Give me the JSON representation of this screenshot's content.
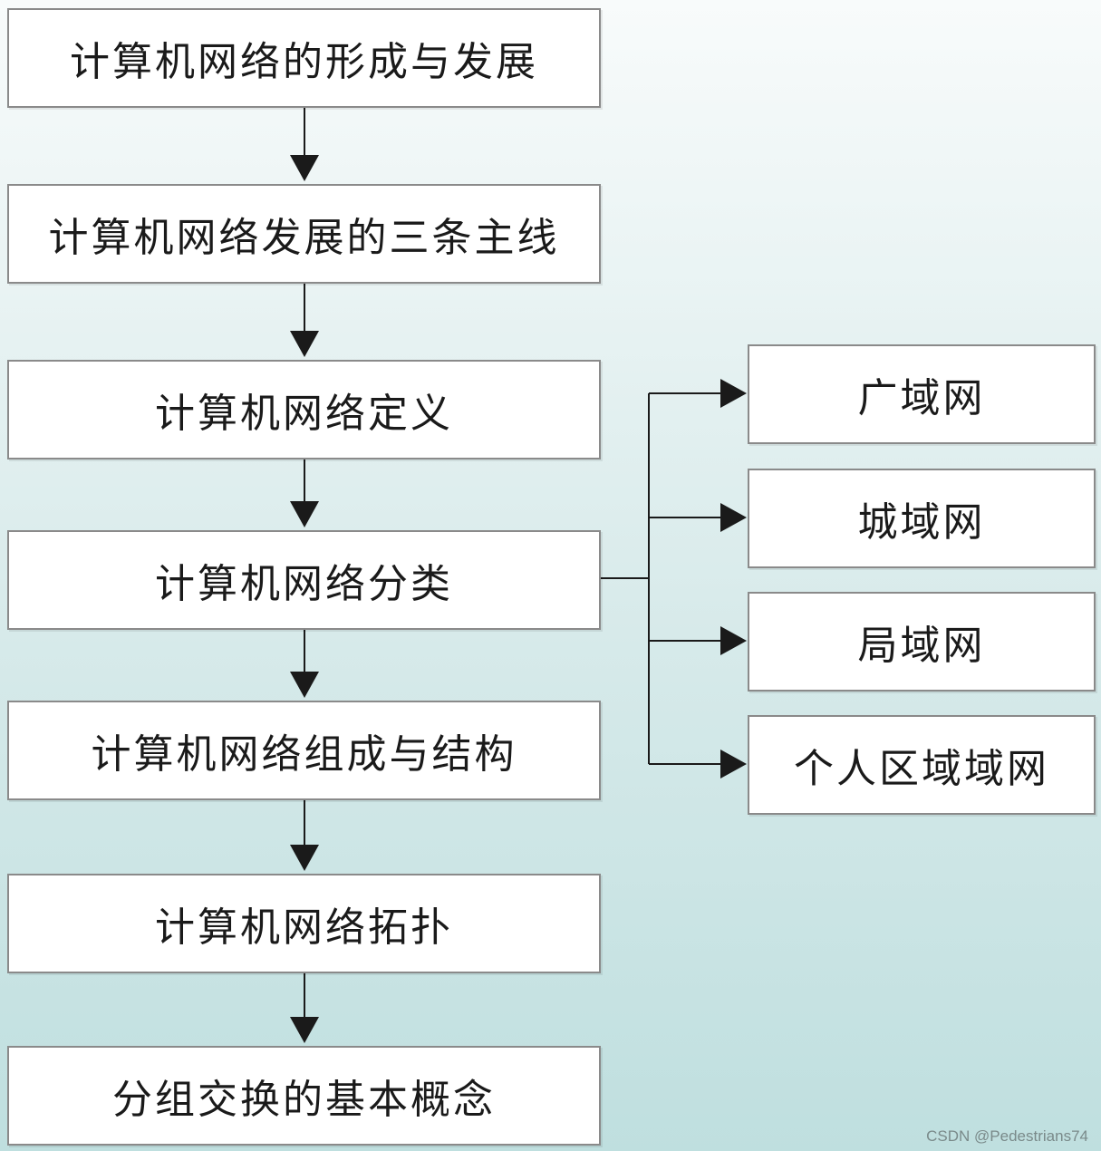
{
  "flow": {
    "steps": [
      "计算机网络的形成与发展",
      "计算机网络发展的三条主线",
      "计算机网络定义",
      "计算机网络分类",
      "计算机网络组成与结构",
      "计算机网络拓扑",
      "分组交换的基本概念"
    ],
    "classification": [
      "广域网",
      "城域网",
      "局域网",
      "个人区域域网"
    ]
  },
  "watermark": "CSDN @Pedestrians74",
  "colors": {
    "box_fill": "#ffffff",
    "box_border": "#8a8a8a",
    "line": "#1a1a1a",
    "background_top": "#f8fbfb",
    "background_bottom": "#bfdfdf"
  }
}
